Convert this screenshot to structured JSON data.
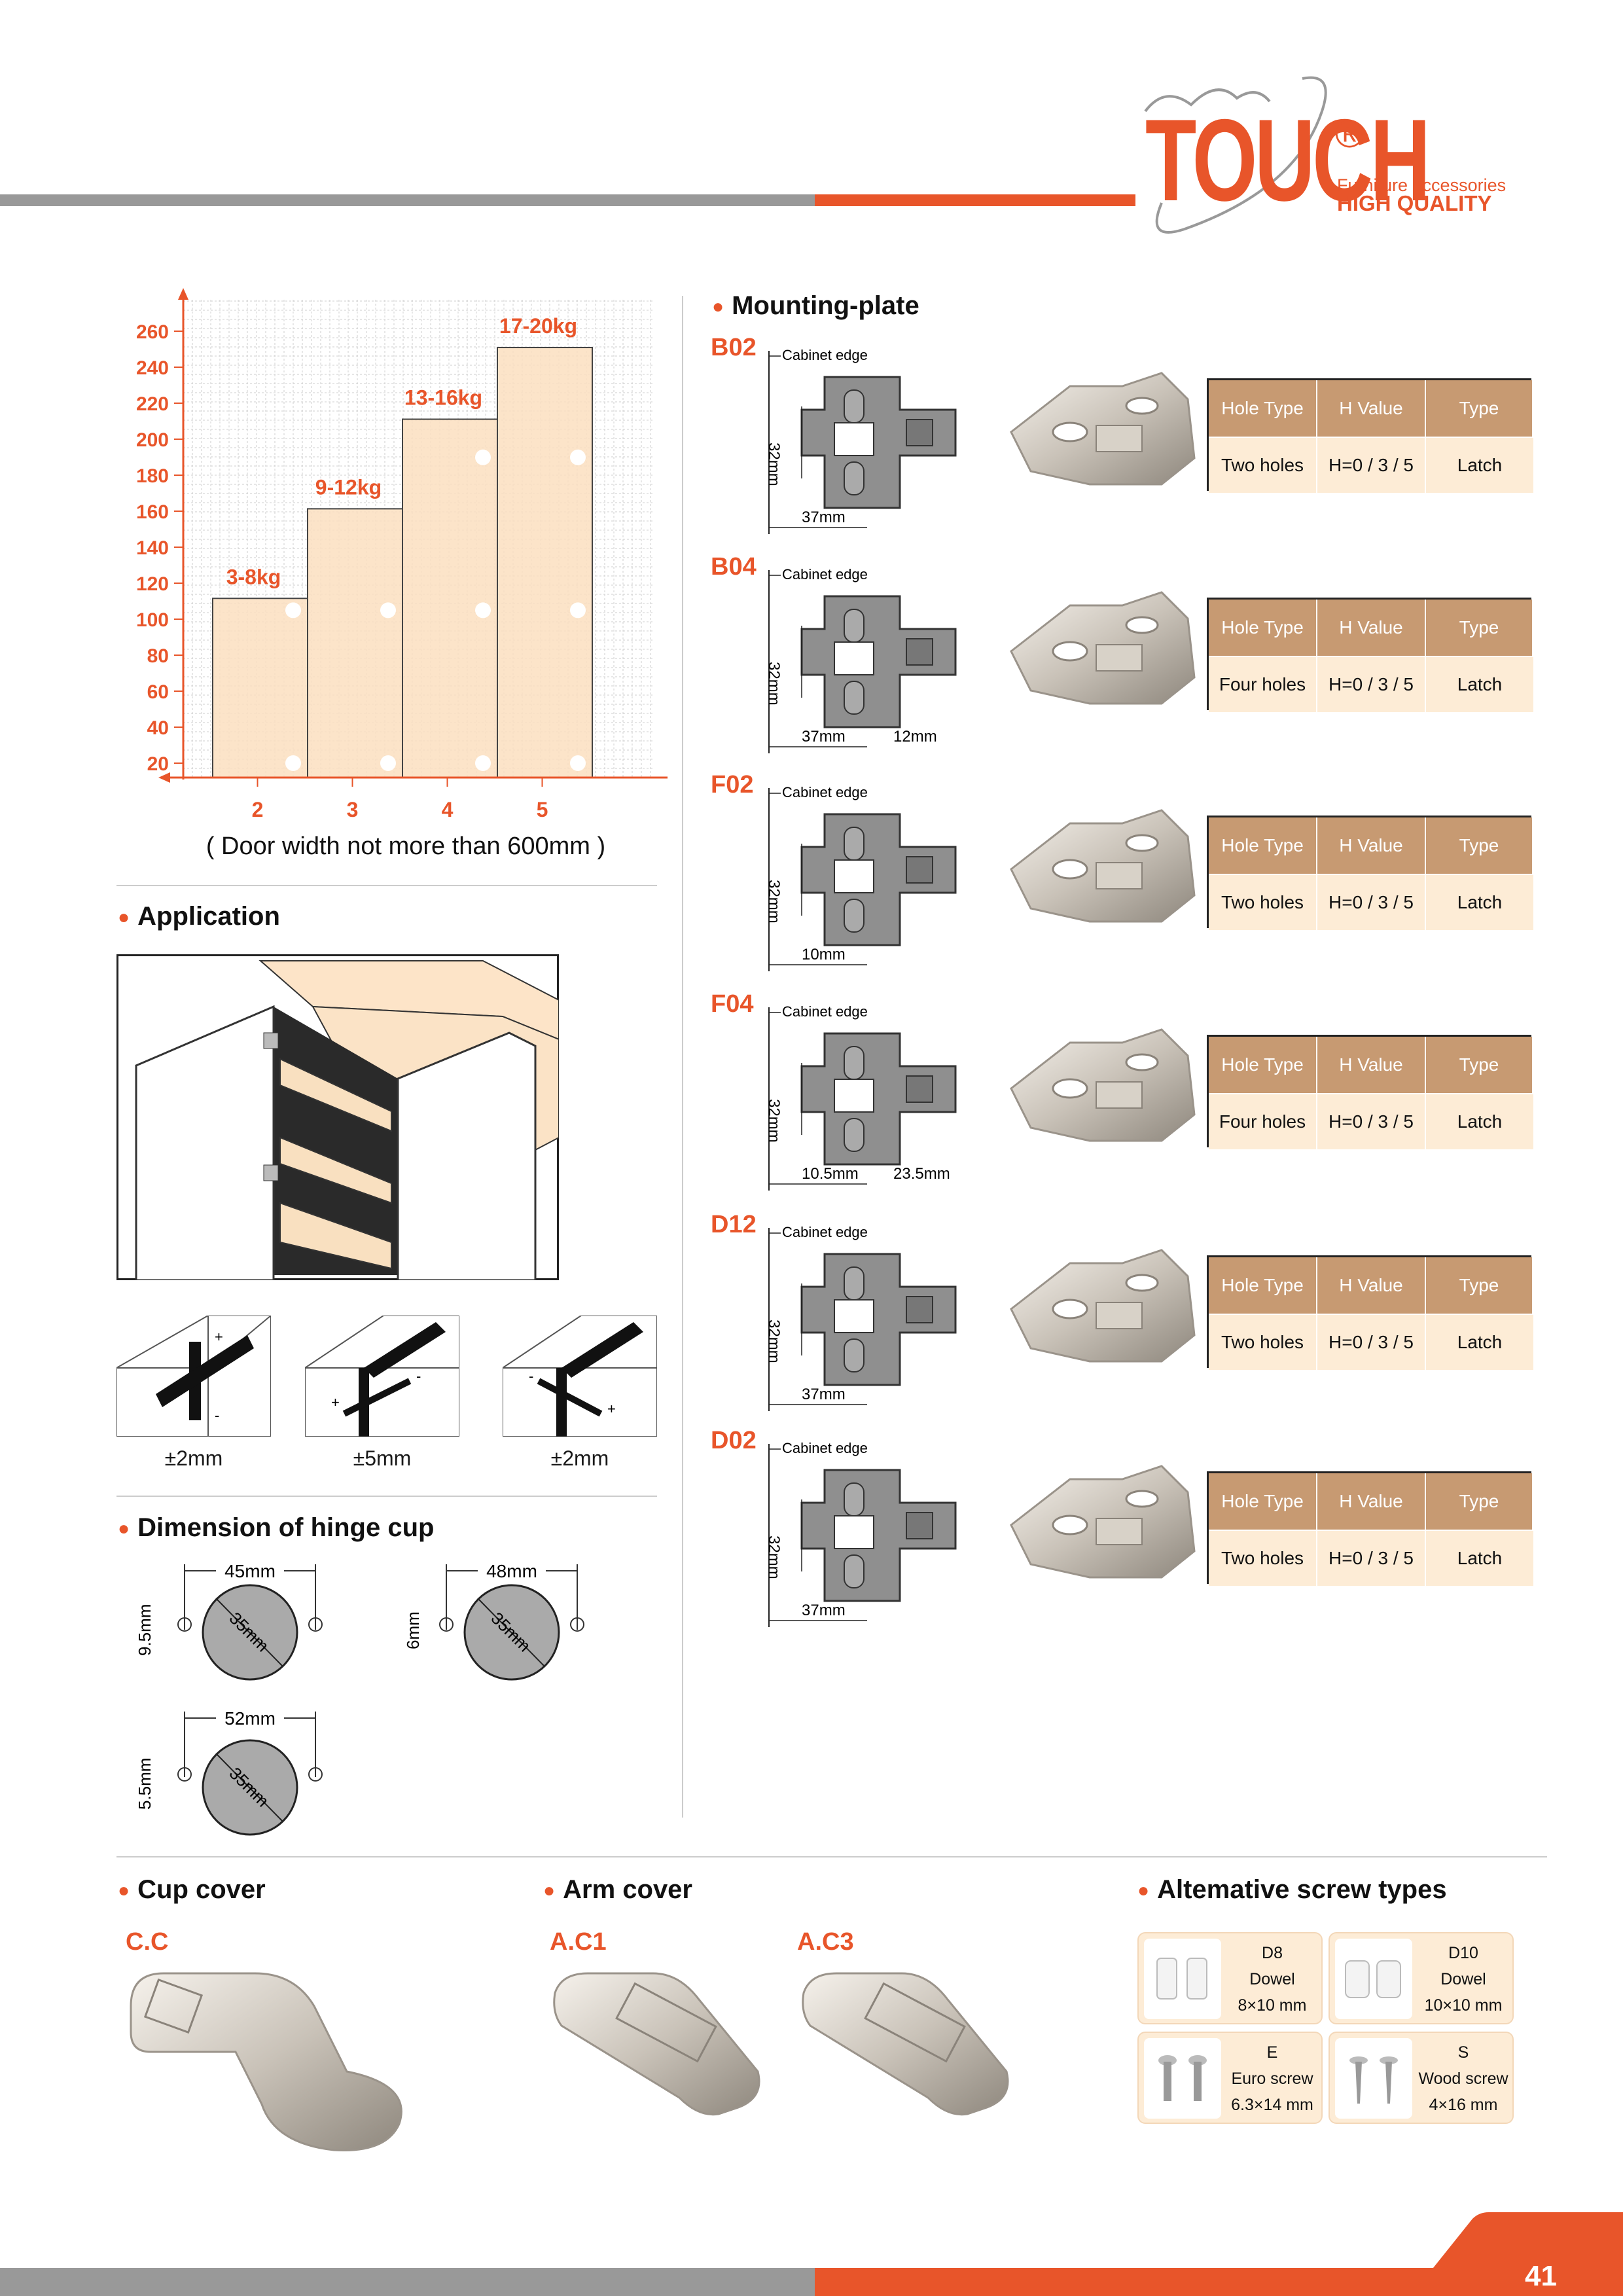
{
  "brand": {
    "name": "TOUCH",
    "registered": "®",
    "tagline1": "Furniture accessories",
    "tagline2": "HIGH QUALITY"
  },
  "chart": {
    "y_ticks": [
      "260",
      "240",
      "220",
      "200",
      "180",
      "160",
      "140",
      "120",
      "100",
      "80",
      "60",
      "40",
      "20"
    ],
    "x_ticks": [
      "2",
      "3",
      "4",
      "5"
    ],
    "bar_labels": [
      "3-8kg",
      "9-12kg",
      "13-16kg",
      "17-20kg"
    ],
    "caption": "( Door width not more than 600mm )"
  },
  "chart_data": {
    "type": "bar",
    "categories": [
      "2",
      "3",
      "4",
      "5"
    ],
    "values": [
      100,
      150,
      200,
      240
    ],
    "data_labels": [
      "3-8kg",
      "9-12kg",
      "13-16kg",
      "17-20kg"
    ],
    "xlabel": "( Door width not more than 600mm )",
    "ylabel": "",
    "ylim": [
      0,
      270
    ],
    "grid": true
  },
  "application": {
    "title": "Application",
    "adjust": [
      {
        "label": "±2mm",
        "plus": "+",
        "minus": "-"
      },
      {
        "label": "±5mm",
        "plus": "+",
        "minus": "-"
      },
      {
        "label": "±2mm",
        "plus": "+",
        "minus": "-"
      }
    ]
  },
  "hinge_cup": {
    "title": "Dimension of hinge cup",
    "items": [
      {
        "distance": "45mm",
        "offset": "9.5mm",
        "diameter": "35mm"
      },
      {
        "distance": "48mm",
        "offset": "6mm",
        "diameter": "35mm"
      },
      {
        "distance": "52mm",
        "offset": "5.5mm",
        "diameter": "35mm"
      }
    ]
  },
  "mounting": {
    "title": "Mounting-plate",
    "edge_label": "Cabinet edge",
    "headers": [
      "Hole Type",
      "H Value",
      "Type"
    ],
    "plates": [
      {
        "code": "B02",
        "hole": "Two holes",
        "h": "H=0 / 3 / 5",
        "type": "Latch",
        "dim_v": "32mm",
        "dims": [
          "37mm"
        ]
      },
      {
        "code": "B04",
        "hole": "Four holes",
        "h": "H=0 / 3 / 5",
        "type": "Latch",
        "dim_v": "32mm",
        "dims": [
          "37mm",
          "12mm"
        ]
      },
      {
        "code": "F02",
        "hole": "Two holes",
        "h": "H=0 / 3 / 5",
        "type": "Latch",
        "dim_v": "32mm",
        "dims": [
          "10mm"
        ]
      },
      {
        "code": "F04",
        "hole": "Four holes",
        "h": "H=0 / 3 / 5",
        "type": "Latch",
        "dim_v": "32mm",
        "dims": [
          "10.5mm",
          "23.5mm"
        ]
      },
      {
        "code": "D12",
        "hole": "Two holes",
        "h": "H=0 / 3 / 5",
        "type": "Latch",
        "dim_v": "32mm",
        "dims": [
          "37mm"
        ]
      },
      {
        "code": "D02",
        "hole": "Two holes",
        "h": "H=0 / 3 / 5",
        "type": "Latch",
        "dim_v": "32mm",
        "dims": [
          "37mm"
        ]
      }
    ]
  },
  "cup_cover": {
    "title": "Cup cover",
    "code": "C.C"
  },
  "arm_cover": {
    "title": "Arm cover",
    "codes": [
      "A.C1",
      "A.C3"
    ]
  },
  "screws": {
    "title": "Altemative screw types",
    "items": [
      {
        "code": "D8",
        "name": "Dowel",
        "size": "8×10 mm"
      },
      {
        "code": "D10",
        "name": "Dowel",
        "size": "10×10 mm"
      },
      {
        "code": "E",
        "name": "Euro screw",
        "size": "6.3×14 mm"
      },
      {
        "code": "S",
        "name": "Wood screw",
        "size": "4×16 mm"
      }
    ]
  },
  "page_number": "41",
  "colors": {
    "accent": "#e8552a",
    "gray_bar": "#999999",
    "table_header": "#c79a72",
    "table_cell": "#fdecd6"
  }
}
